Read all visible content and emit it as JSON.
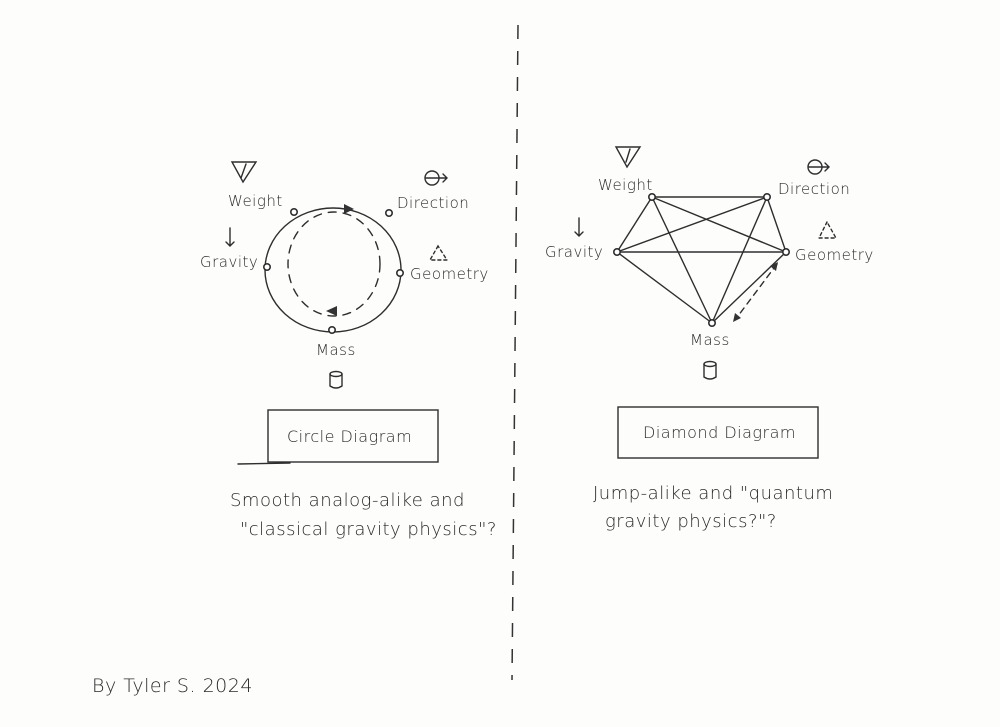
{
  "left": {
    "nodes": [
      "Weight",
      "Direction",
      "Gravity",
      "Geometry",
      "Mass"
    ],
    "box_label": "Circle Diagram",
    "caption": [
      "Smooth analog-alike and",
      "\"classical gravity physics\"?"
    ]
  },
  "right": {
    "nodes": [
      "Weight",
      "Direction",
      "Gravity",
      "Geometry",
      "Mass"
    ],
    "box_label": "Diamond Diagram",
    "caption": [
      "Jump-alike and \"quantum",
      "gravity physics?\"?"
    ]
  },
  "signature": "By Tyler S. 2024",
  "colors": {
    "ink": "#2e2e2e",
    "paper": "#fdfdfc"
  }
}
